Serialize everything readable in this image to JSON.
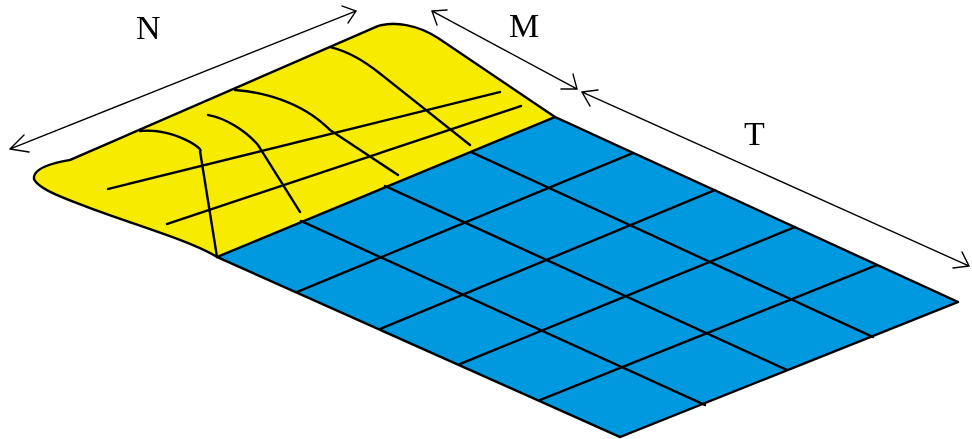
{
  "labels": {
    "n": "N",
    "m": "M",
    "t": "T"
  },
  "colors": {
    "body": "#f7ec00",
    "wake": "#0099e0",
    "lines": "#000000",
    "background": "#ffffff"
  }
}
